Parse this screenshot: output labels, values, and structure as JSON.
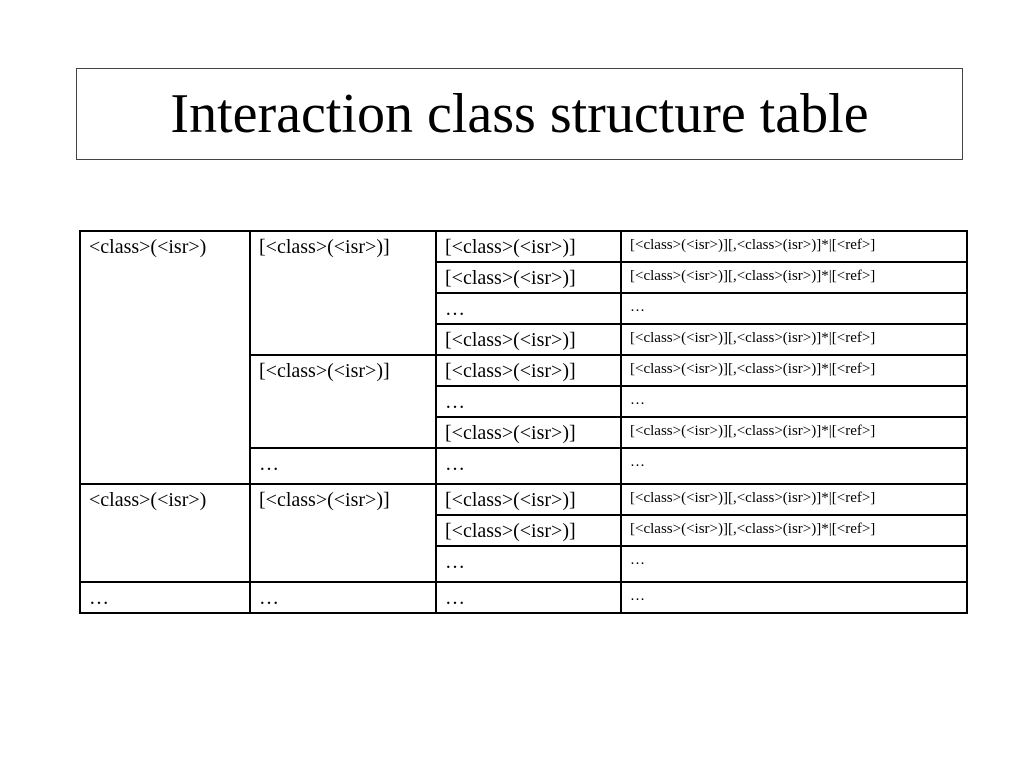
{
  "title": "Interaction class structure table",
  "table": {
    "rows": [
      [
        "<class>(<isr>)",
        "[<class>(<isr>)]",
        "[<class>(<isr>)]",
        "[<class>(<isr>)][,<class>(isr>)]*|[<ref>]"
      ],
      [
        "",
        "",
        "[<class>(<isr>)]",
        "[<class>(<isr>)][,<class>(isr>)]*|[<ref>]"
      ],
      [
        "",
        "",
        "…",
        "…"
      ],
      [
        "",
        "",
        "[<class>(<isr>)]",
        "[<class>(<isr>)][,<class>(isr>)]*|[<ref>]"
      ],
      [
        "",
        "[<class>(<isr>)]",
        "[<class>(<isr>)]",
        "[<class>(<isr>)][,<class>(isr>)]*|[<ref>]"
      ],
      [
        "",
        "",
        "…",
        "…"
      ],
      [
        "",
        "",
        "[<class>(<isr>)]",
        "[<class>(<isr>)][,<class>(isr>)]*|[<ref>]"
      ],
      [
        "",
        "…",
        "…",
        "…"
      ],
      [
        "<class>(<isr>)",
        "[<class>(<isr>)]",
        "[<class>(<isr>)]",
        "[<class>(<isr>)][,<class>(isr>)]*|[<ref>]"
      ],
      [
        "",
        "",
        "[<class>(<isr>)]",
        "[<class>(<isr>)][,<class>(isr>)]*|[<ref>]"
      ],
      [
        "",
        "",
        "…",
        "…"
      ],
      [
        "…",
        "…",
        "…",
        "…"
      ]
    ]
  }
}
